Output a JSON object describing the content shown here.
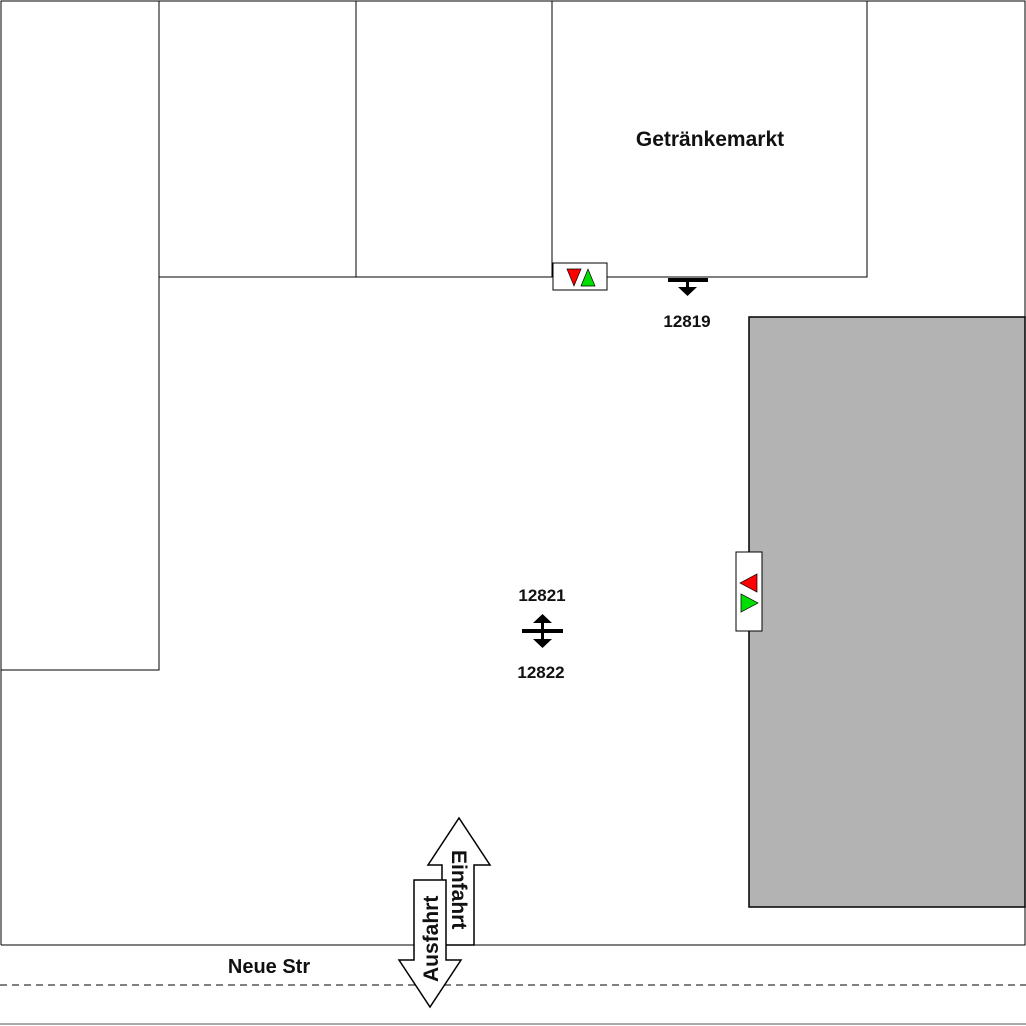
{
  "labels": {
    "store": "Getränkemarkt",
    "street": "Neue Str",
    "entrance": "Einfahrt",
    "exit": "Ausfahrt"
  },
  "markers": {
    "top": "12819",
    "center_up": "12821",
    "center_down": "12822"
  },
  "colors": {
    "building_fill": "#b3b3b3",
    "signal_red": "#ff0000",
    "signal_green": "#00dd00",
    "line": "#000000"
  }
}
